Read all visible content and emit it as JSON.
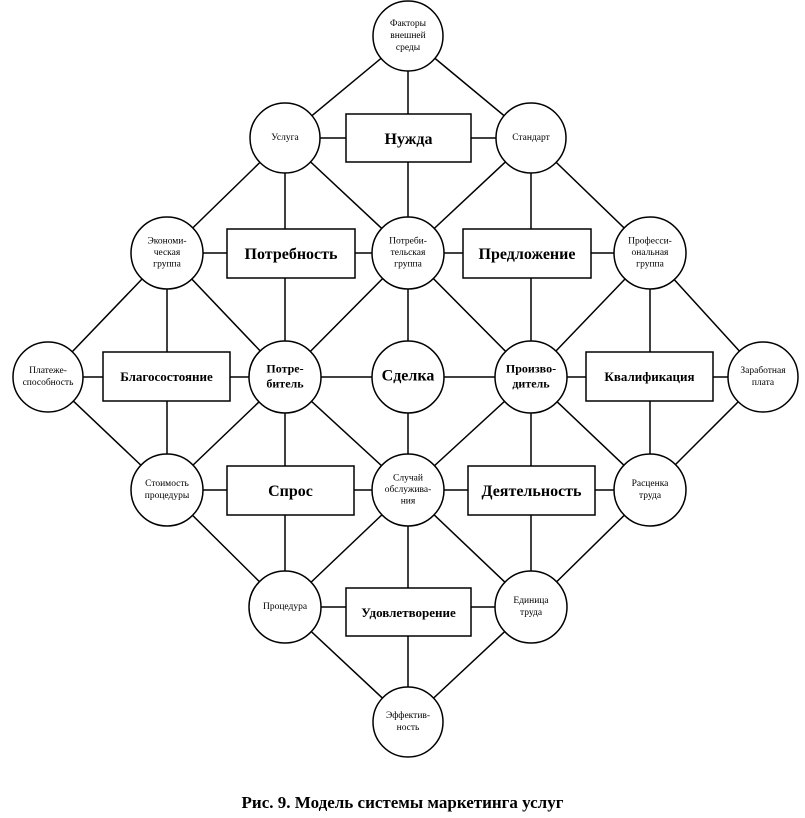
{
  "diagram": {
    "caption": "Рис. 9. Модель системы маркетинга услуг",
    "circles": {
      "factors": [
        "Факторы",
        "внешней",
        "среды"
      ],
      "service": [
        "Услуга"
      ],
      "standard": [
        "Стандарт"
      ],
      "econ_group": [
        "Экономи-",
        "ческая",
        "группа"
      ],
      "consumer_group": [
        "Потреби-",
        "тельская",
        "группа"
      ],
      "prof_group": [
        "Професси-",
        "ональная",
        "группа"
      ],
      "solvency": [
        "Платеже-",
        "способность"
      ],
      "consumer": [
        "Потре-",
        "битель"
      ],
      "deal": [
        "Сделка"
      ],
      "producer": [
        "Произво-",
        "дитель"
      ],
      "salary": [
        "Заработная",
        "плата"
      ],
      "procedure_cost": [
        "Стоимость",
        "процедуры"
      ],
      "service_case": [
        "Случай",
        "обслужива-",
        "ния"
      ],
      "labor_rate": [
        "Расценка",
        "труда"
      ],
      "procedure": [
        "Процедура"
      ],
      "labor_unit": [
        "Единица",
        "труда"
      ],
      "efficiency": [
        "Эффектив-",
        "ность"
      ]
    },
    "boxes": {
      "need": "Нужда",
      "requirement": "Потребность",
      "offer": "Предложение",
      "wellbeing": "Благосостояние",
      "qualification": "Квалификация",
      "demand": "Спрос",
      "activity": "Деятельность",
      "satisfaction": "Удовлетворение"
    }
  }
}
